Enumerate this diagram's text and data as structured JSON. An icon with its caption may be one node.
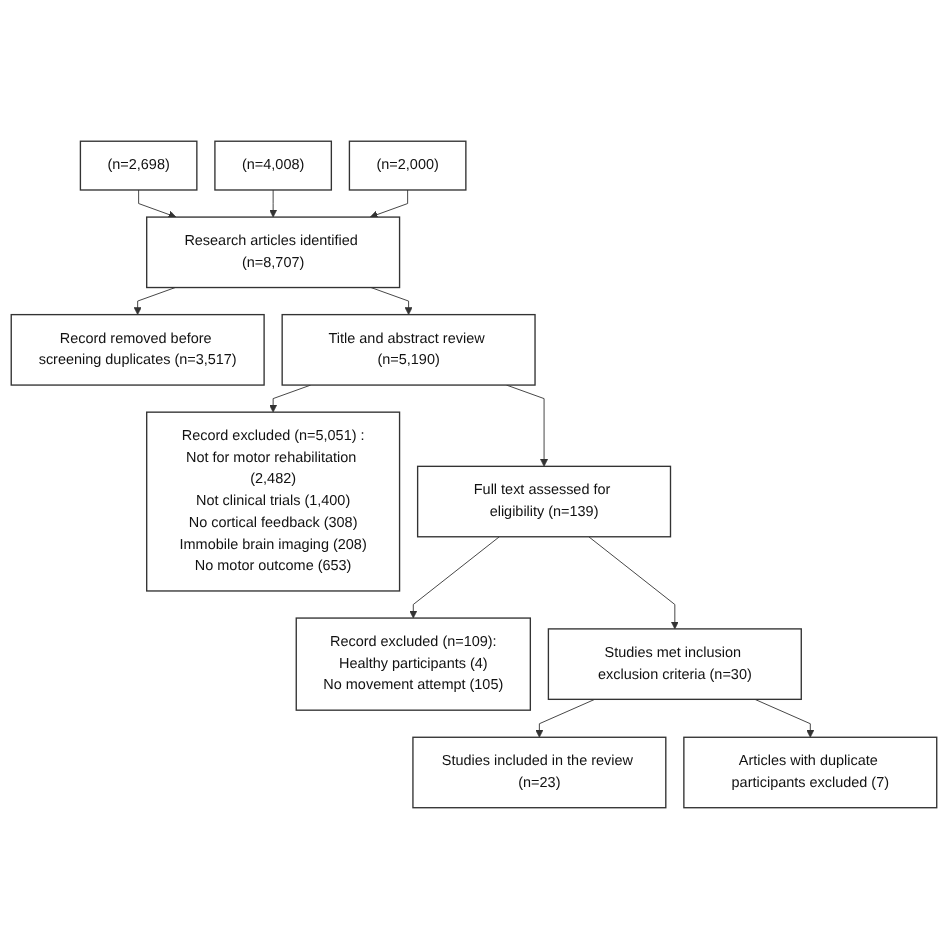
{
  "diagram": {
    "nodes": [
      {
        "text": [
          "(n=2,698)"
        ]
      },
      {
        "text": [
          "(n=4,008)"
        ]
      },
      {
        "text": [
          "(n=2,000)"
        ]
      },
      {
        "text": [
          "Research articles identified (n=8,707)"
        ]
      },
      {
        "text": [
          "Record removed before screening duplicates (n=3,517)"
        ]
      },
      {
        "text": [
          "Title and abstract review (n=5,190)"
        ]
      },
      {
        "text": [
          "Record excluded (n=5,051) :",
          "Not for motor rehabilitation (2,482)",
          "Not clinical trials (1,400)",
          "No cortical feedback (308)",
          "Immobile brain imaging (208)",
          "No motor outcome (653)"
        ]
      },
      {
        "text": [
          "Full text assessed for eligibility (n=139)"
        ]
      },
      {
        "text": [
          "Record excluded (n=109):",
          "Healthy participants (4)",
          "No movement attempt (105)"
        ]
      },
      {
        "text": [
          "Studies met inclusion exclusion criteria (n=30)"
        ]
      },
      {
        "text": [
          "Articles with duplicate participants excluded (7)"
        ]
      },
      {
        "text": [
          "Studies included in the review (n=23)"
        ]
      }
    ],
    "edges": [
      {
        "from": 0,
        "to": 3,
        "arrow": "to"
      },
      {
        "from": 1,
        "to": 3,
        "arrow": "to"
      },
      {
        "from": 2,
        "to": 3,
        "arrow": "to"
      },
      {
        "from": 3,
        "to": 5,
        "arrow": "to"
      },
      {
        "from": 3,
        "to": 4,
        "arrow": "to"
      },
      {
        "from": 5,
        "to": 7,
        "arrow": "to"
      },
      {
        "from": 5,
        "to": 6,
        "arrow": "to"
      },
      {
        "from": 7,
        "to": 9,
        "arrow": "to"
      },
      {
        "from": 7,
        "to": 8,
        "arrow": "to"
      },
      {
        "from": 9,
        "to": 11,
        "arrow": "to"
      },
      {
        "from": 9,
        "to": 10,
        "arrow": "to"
      }
    ]
  }
}
